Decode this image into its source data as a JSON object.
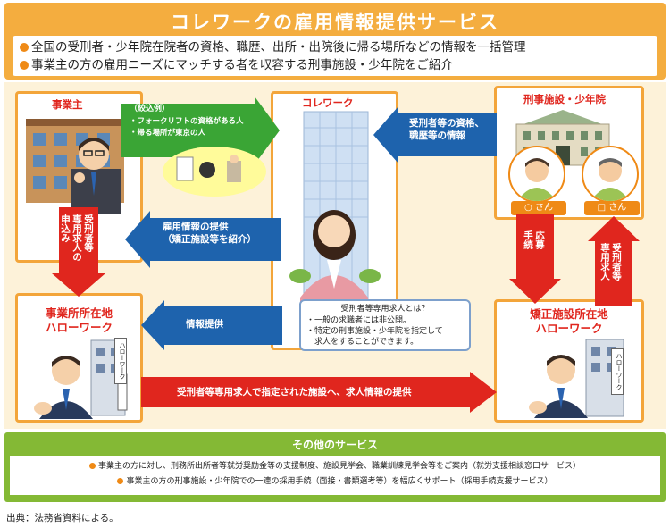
{
  "title": "コレワークの雇用情報提供サービス",
  "bullets": [
    "全国の受刑者・少年院在院者の資格、職歴、出所・出院後に帰る場所などの情報を一括管理",
    "事業主の方の雇用ニーズにマッチする者を収容する刑事施設・少年院をご紹介"
  ],
  "boxes": {
    "employer": "事業主",
    "corrework": "コレワーク",
    "facility": "刑事施設・少年院",
    "hellowork_local": [
      "事業所所在地",
      "ハローワーク"
    ],
    "hellowork_facility": [
      "矯正施設所在地",
      "ハローワーク"
    ]
  },
  "example": {
    "title": "（絞込例）",
    "items": [
      "・フォークリフトの資格がある人",
      "・帰る場所が東京の人"
    ]
  },
  "arrows": {
    "to_corrework_from_facility": [
      "受刑者等の資格、",
      "職歴等の情報"
    ],
    "employment_info": [
      "雇用情報の提供",
      "（矯正施設等を紹介）"
    ],
    "apply_job": [
      "受刑者等",
      "専用求人の",
      "申込み"
    ],
    "info_provide": "情報提供",
    "consult": [
      "応募",
      "手続"
    ],
    "dedicated_job": [
      "受刑者等",
      "専用求人"
    ],
    "bottom": "受刑者等専用求人で指定された施設へ、求人情報の提供"
  },
  "info_box": {
    "title": "受刑者等専用求人とは？",
    "items": [
      "・一般の求職者には非公開。",
      "・特定の刑事施設・少年院を指定して",
      "　求人をすることができます。"
    ]
  },
  "person_tags": [
    "○ さん",
    "□ さん"
  ],
  "hellowork_sign": "ハローワーク",
  "other": {
    "title": "その他のサービス",
    "items": [
      "事業主の方に対し、刑務所出所者等就労奨励金等の支援制度、施設見学会、職業訓練見学会等をご案内（就労支援相談窓口サービス）",
      "事業主の方の刑事施設・少年院での一連の採用手続（面接・書類選考等）を幅広くサポート（採用手続支援サービス）"
    ]
  },
  "source": "出典：法務省資料による。",
  "colors": {
    "orange": "#f4ad3f",
    "blue_arrow": "#1e63ad",
    "green_arrow": "#3aa535",
    "red_arrow": "#e0261e",
    "green_panel": "#84b935"
  }
}
